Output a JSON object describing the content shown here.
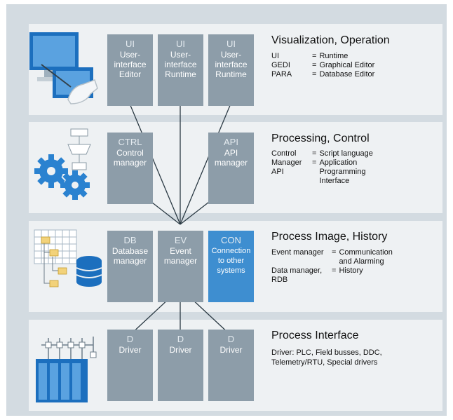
{
  "layers": [
    {
      "title": "Visualization, Operation",
      "definitions": [
        {
          "term": "UI",
          "eq": "=",
          "desc": "Runtime"
        },
        {
          "term": "GEDI",
          "eq": "=",
          "desc": "Graphical Editor"
        },
        {
          "term": "PARA",
          "eq": "=",
          "desc": "Database Editor"
        }
      ],
      "boxes": [
        {
          "abbr": "UI",
          "name": "User-\ninterface\nEditor"
        },
        {
          "abbr": "UI",
          "name": "User-\ninterface\nRuntime"
        },
        {
          "abbr": "UI",
          "name": "User-\ninterface\nRuntime"
        }
      ],
      "icon": "workstation-touch-icon"
    },
    {
      "title": "Processing, Control",
      "definitions": [
        {
          "term": "Control",
          "eq": "=",
          "desc": "Script language"
        },
        {
          "term": "Manager",
          "eq": "=",
          "desc": "Application"
        },
        {
          "term": "API",
          "eq": "",
          "desc": "Programming\nInterface"
        }
      ],
      "boxes": [
        {
          "abbr": "CTRL",
          "name": "Control\nmanager"
        },
        {
          "abbr": "API",
          "name": "API\nmanager"
        }
      ],
      "icon": "gears-flowchart-icon"
    },
    {
      "title": "Process Image, History",
      "definitions": [
        {
          "term": "Event manager",
          "eq": "=",
          "desc": "Communication\nand Alarming"
        },
        {
          "term": "Data manager,\nRDB",
          "eq": "=",
          "desc": "History"
        }
      ],
      "boxes": [
        {
          "abbr": "DB",
          "name": "Database\nmanager"
        },
        {
          "abbr": "EV",
          "name": "Event\nmanager"
        },
        {
          "abbr": "CON",
          "name": "Connection\nto other\nsystems"
        }
      ],
      "icon": "database-tree-icon"
    },
    {
      "title": "Process Interface",
      "text": "Driver: PLC, Field busses, DDC,\nTelemetry/RTU, Special drivers",
      "boxes": [
        {
          "abbr": "D",
          "name": "Driver"
        },
        {
          "abbr": "D",
          "name": "Driver"
        },
        {
          "abbr": "D",
          "name": "Driver"
        }
      ],
      "icon": "io-modules-icon"
    }
  ],
  "colors": {
    "frame": "#d3dbe1",
    "layer": "#eef1f3",
    "box": "#8d9da9",
    "box_highlight": "#3e8ed0",
    "connector": "#2b3a44"
  }
}
